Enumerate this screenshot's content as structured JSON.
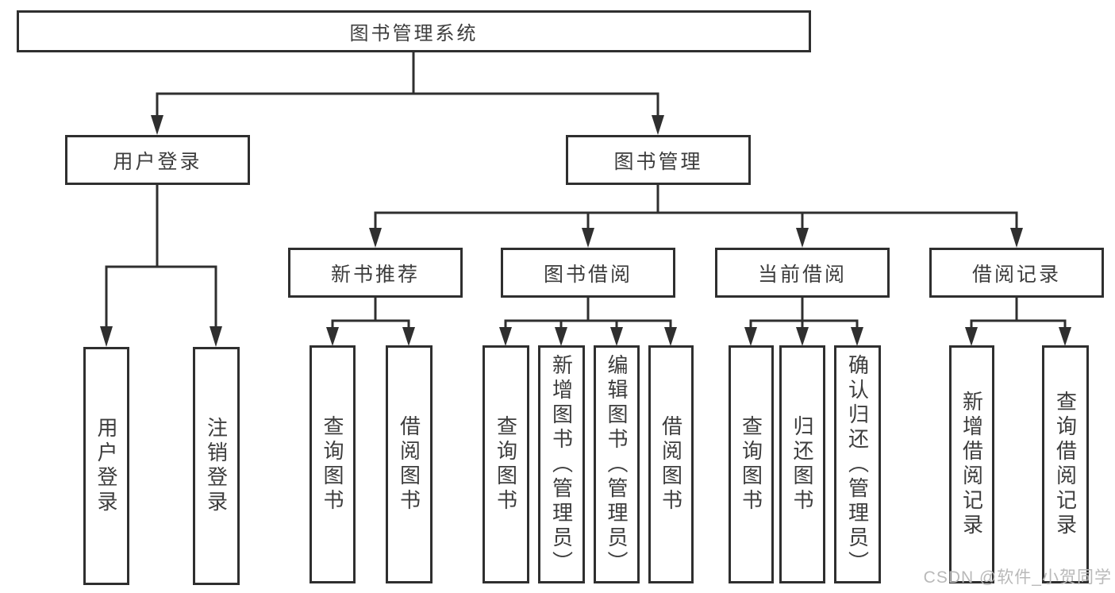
{
  "tree": {
    "label": "图书管理系统",
    "children": [
      {
        "label": "用户登录",
        "children": [
          {
            "label": "用户登录"
          },
          {
            "label": "注销登录"
          }
        ]
      },
      {
        "label": "图书管理",
        "children": [
          {
            "label": "新书推荐",
            "children": [
              {
                "label": "查询图书"
              },
              {
                "label": "借阅图书"
              }
            ]
          },
          {
            "label": "图书借阅",
            "children": [
              {
                "label": "查询图书"
              },
              {
                "label": "新增图书（管理员）"
              },
              {
                "label": "编辑图书（管理员）"
              },
              {
                "label": "借阅图书"
              }
            ]
          },
          {
            "label": "当前借阅",
            "children": [
              {
                "label": "查询图书"
              },
              {
                "label": "归还图书"
              },
              {
                "label": "确认归还（管理员）"
              }
            ]
          },
          {
            "label": "借阅记录",
            "children": [
              {
                "label": "新增借阅记录"
              },
              {
                "label": "查询借阅记录"
              }
            ]
          }
        ]
      }
    ]
  },
  "watermark": "CSDN @软件_小贺同学",
  "colors": {
    "line": "#2f2f2f",
    "text": "#3d3d3d",
    "watermark": "#b9b9b9",
    "background": "#ffffff"
  }
}
